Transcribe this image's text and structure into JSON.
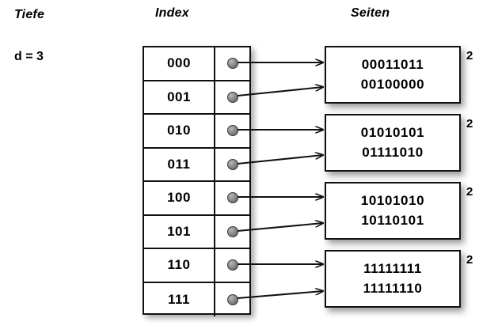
{
  "headings": {
    "depth": "Tiefe",
    "index": "Index",
    "pages": "Seiten"
  },
  "depth": {
    "label": "d = 3",
    "value": 3
  },
  "index_table": {
    "rows": [
      {
        "key": "000",
        "pointer_icon": "pointer-dot-icon",
        "target_page": 0
      },
      {
        "key": "001",
        "pointer_icon": "pointer-dot-icon",
        "target_page": 0
      },
      {
        "key": "010",
        "pointer_icon": "pointer-dot-icon",
        "target_page": 1
      },
      {
        "key": "011",
        "pointer_icon": "pointer-dot-icon",
        "target_page": 1
      },
      {
        "key": "100",
        "pointer_icon": "pointer-dot-icon",
        "target_page": 2
      },
      {
        "key": "101",
        "pointer_icon": "pointer-dot-icon",
        "target_page": 2
      },
      {
        "key": "110",
        "pointer_icon": "pointer-dot-icon",
        "target_page": 3
      },
      {
        "key": "111",
        "pointer_icon": "pointer-dot-icon",
        "target_page": 3
      }
    ]
  },
  "pages": [
    {
      "lines": [
        "00011011",
        "00100000"
      ],
      "local_depth": "2"
    },
    {
      "lines": [
        "01010101",
        "01111010"
      ],
      "local_depth": "2"
    },
    {
      "lines": [
        "10101010",
        "10110101"
      ],
      "local_depth": "2"
    },
    {
      "lines": [
        "11111111",
        "11111110"
      ],
      "local_depth": "2"
    }
  ],
  "colors": {
    "background": "#ffffff",
    "stroke": "#111111",
    "text": "#000000",
    "pointer_dot": "#8c8c8c"
  }
}
